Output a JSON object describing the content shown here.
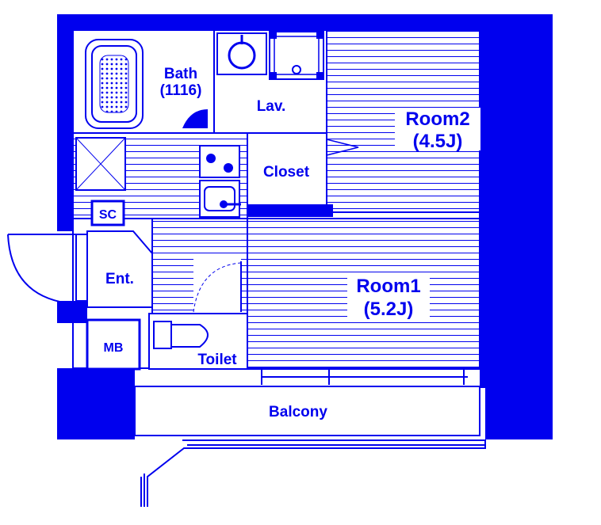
{
  "colors": {
    "ink": "#0000ee",
    "paper": "#ffffff"
  },
  "rooms": {
    "bath": {
      "name": "Bath",
      "size": "(1116)"
    },
    "lav": {
      "name": "Lav."
    },
    "room2": {
      "name": "Room2",
      "size": "(4.5J)"
    },
    "closet": {
      "name": "Closet"
    },
    "sc": {
      "name": "SC"
    },
    "ent": {
      "name": "Ent."
    },
    "room1": {
      "name": "Room1",
      "size": "(5.2J)"
    },
    "mb": {
      "name": "MB"
    },
    "toilet": {
      "name": "Toilet"
    },
    "balcony": {
      "name": "Balcony"
    }
  },
  "icons": [
    "bathtub-icon",
    "washbasin-icon",
    "washing-machine-pan-icon",
    "stove-icon",
    "kitchen-sink-icon",
    "toilet-icon",
    "door-swing-icon"
  ]
}
